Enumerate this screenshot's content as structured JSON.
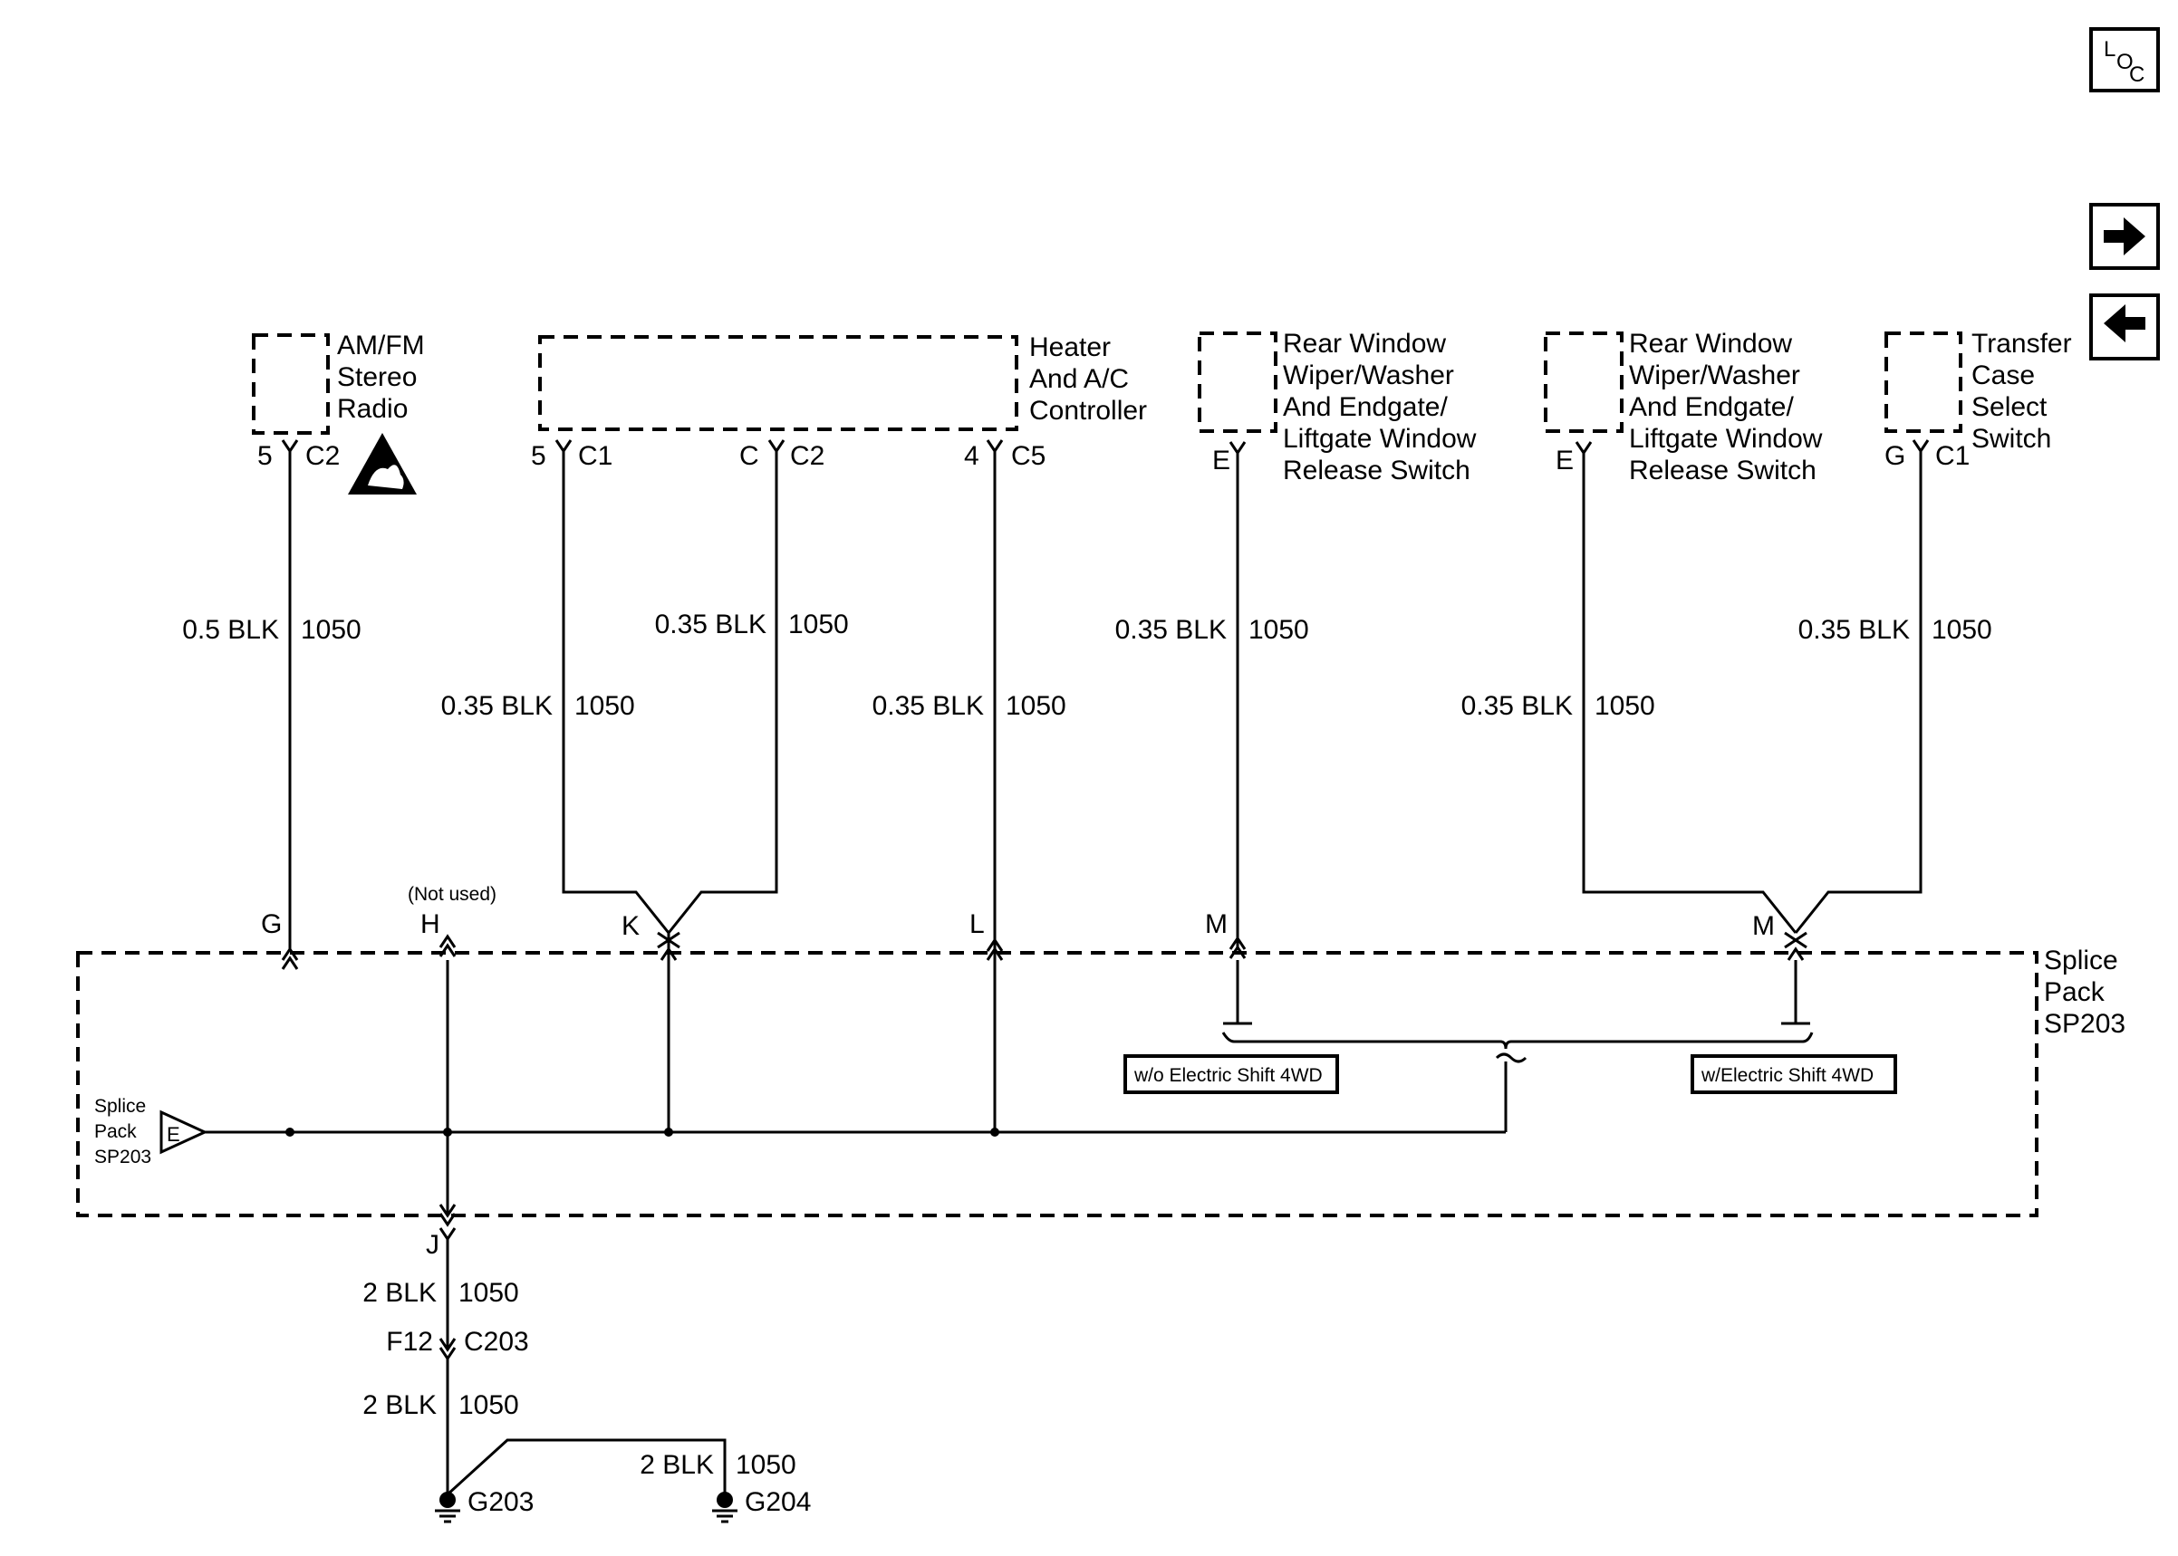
{
  "nav": {
    "loc_label": "LOC",
    "loc_l": "L",
    "loc_o": "O",
    "loc_c": "C",
    "next_icon": "arrow-right-icon",
    "prev_icon": "arrow-left-icon"
  },
  "components": {
    "radio": {
      "line1": "AM/FM",
      "line2": "Stereo",
      "line3": "Radio",
      "pin": "5",
      "connector": "C2",
      "esd_icon": "esd-warning-icon"
    },
    "hvac": {
      "line1": "Heater",
      "line2": "And A/C",
      "line3": "Controller",
      "pin_a": "5",
      "conn_a": "C1",
      "pin_b": "C",
      "conn_b": "C2",
      "pin_c": "4",
      "conn_c": "C5"
    },
    "rear_wiper_1": {
      "line1": "Rear Window",
      "line2": "Wiper/Washer",
      "line3": "And Endgate/",
      "line4": "Liftgate Window",
      "line5": "Release Switch",
      "pin": "E"
    },
    "rear_wiper_2": {
      "line1": "Rear Window",
      "line2": "Wiper/Washer",
      "line3": "And Endgate/",
      "line4": "Liftgate Window",
      "line5": "Release Switch",
      "pin": "E"
    },
    "transfer_case": {
      "line1": "Transfer",
      "line2": "Case",
      "line3": "Select",
      "line4": "Switch",
      "pin": "G",
      "connector": "C1"
    }
  },
  "wires": {
    "radio": {
      "gauge": "0.5 BLK",
      "circuit": "1050"
    },
    "hvac_c1": {
      "gauge": "0.35 BLK",
      "circuit": "1050"
    },
    "hvac_c2": {
      "gauge": "0.35 BLK",
      "circuit": "1050"
    },
    "hvac_c5": {
      "gauge": "0.35 BLK",
      "circuit": "1050"
    },
    "rear_wiper_1": {
      "gauge": "0.35 BLK",
      "circuit": "1050"
    },
    "rear_wiper_2": {
      "gauge": "0.35 BLK",
      "circuit": "1050"
    },
    "transfer_case": {
      "gauge": "0.35 BLK",
      "circuit": "1050"
    },
    "j_to_c203": {
      "gauge": "2 BLK",
      "circuit": "1050"
    },
    "c203_to_ground": {
      "gauge": "2 BLK",
      "circuit": "1050"
    },
    "ground_g204": {
      "gauge": "2 BLK",
      "circuit": "1050"
    }
  },
  "splice_pack": {
    "title1": "Splice",
    "title2": "Pack",
    "title3": "SP203",
    "side1": "Splice",
    "side2": "Pack",
    "side3": "SP203",
    "side_pin": "E",
    "pins": {
      "g": "G",
      "h": "H",
      "k": "K",
      "l": "L",
      "m1": "M",
      "m2": "M",
      "j": "J"
    },
    "not_used": "(Not used)",
    "option_without": "w/o Electric Shift 4WD",
    "option_with": "w/Electric Shift 4WD"
  },
  "inline_connector": {
    "pin": "F12",
    "name": "C203"
  },
  "grounds": {
    "g203": "G203",
    "g204": "G204"
  }
}
